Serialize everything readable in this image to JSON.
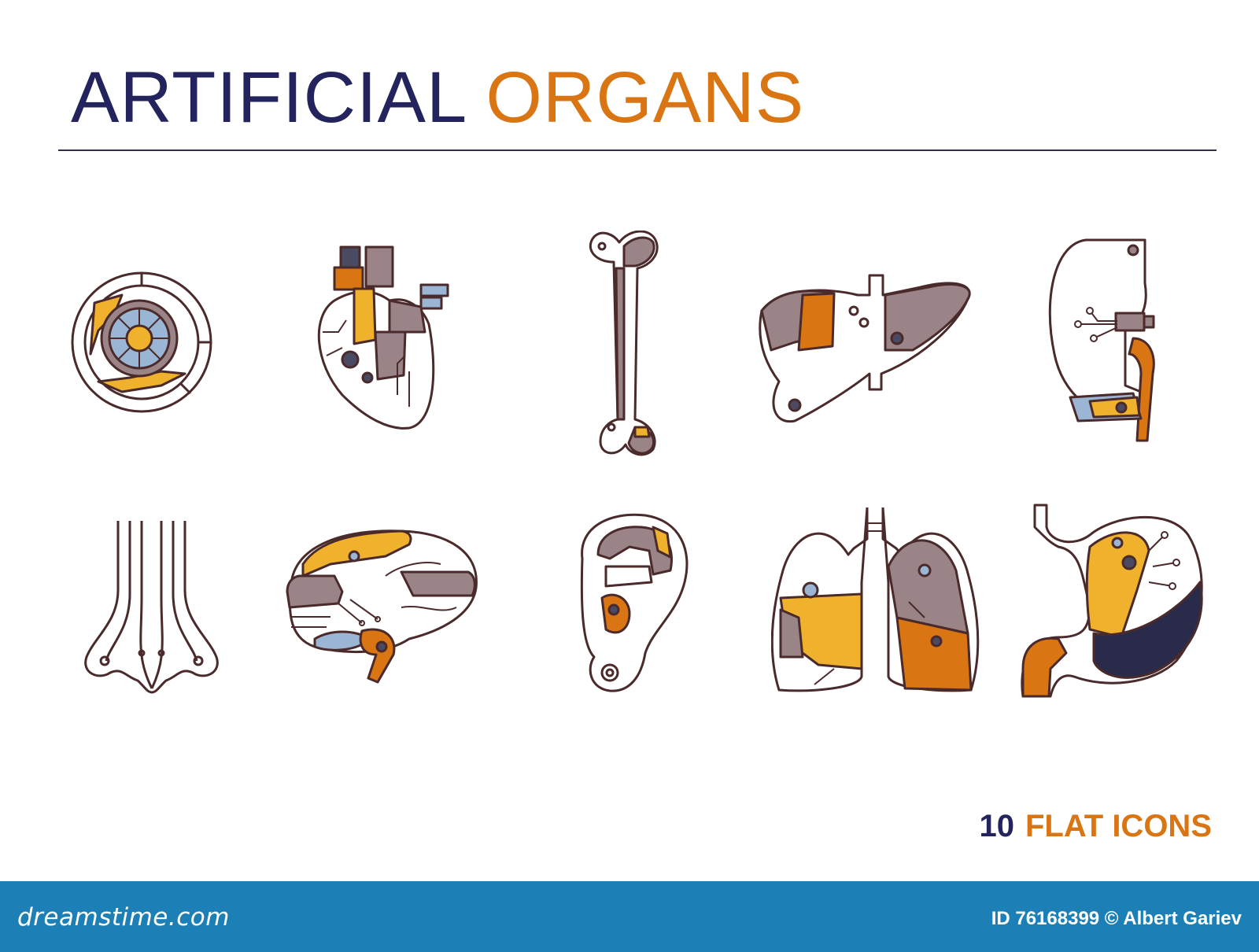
{
  "title": {
    "word1": "ARTIFICIAL",
    "word2": "ORGANS"
  },
  "colors": {
    "navy": "#23235e",
    "orange": "#d97513",
    "yellow": "#f0b22d",
    "mauve": "#9a8487",
    "blue": "#9bb6d4",
    "outline": "#4a2a2a",
    "footer": "#1c7fb5"
  },
  "icons": [
    {
      "id": "eye",
      "name": "eye-icon"
    },
    {
      "id": "heart",
      "name": "heart-icon"
    },
    {
      "id": "bone",
      "name": "bone-icon"
    },
    {
      "id": "liver",
      "name": "liver-icon"
    },
    {
      "id": "kidney",
      "name": "kidney-icon"
    },
    {
      "id": "nose",
      "name": "nose-icon"
    },
    {
      "id": "brain",
      "name": "brain-icon"
    },
    {
      "id": "ear",
      "name": "ear-icon"
    },
    {
      "id": "lungs",
      "name": "lungs-icon"
    },
    {
      "id": "stomach",
      "name": "stomach-icon"
    }
  ],
  "count": {
    "number": "10",
    "label": "FLAT ICONS"
  },
  "footer": {
    "brand": "dreamstime.com",
    "credit": "ID 76168399 © Albert Gariev"
  }
}
